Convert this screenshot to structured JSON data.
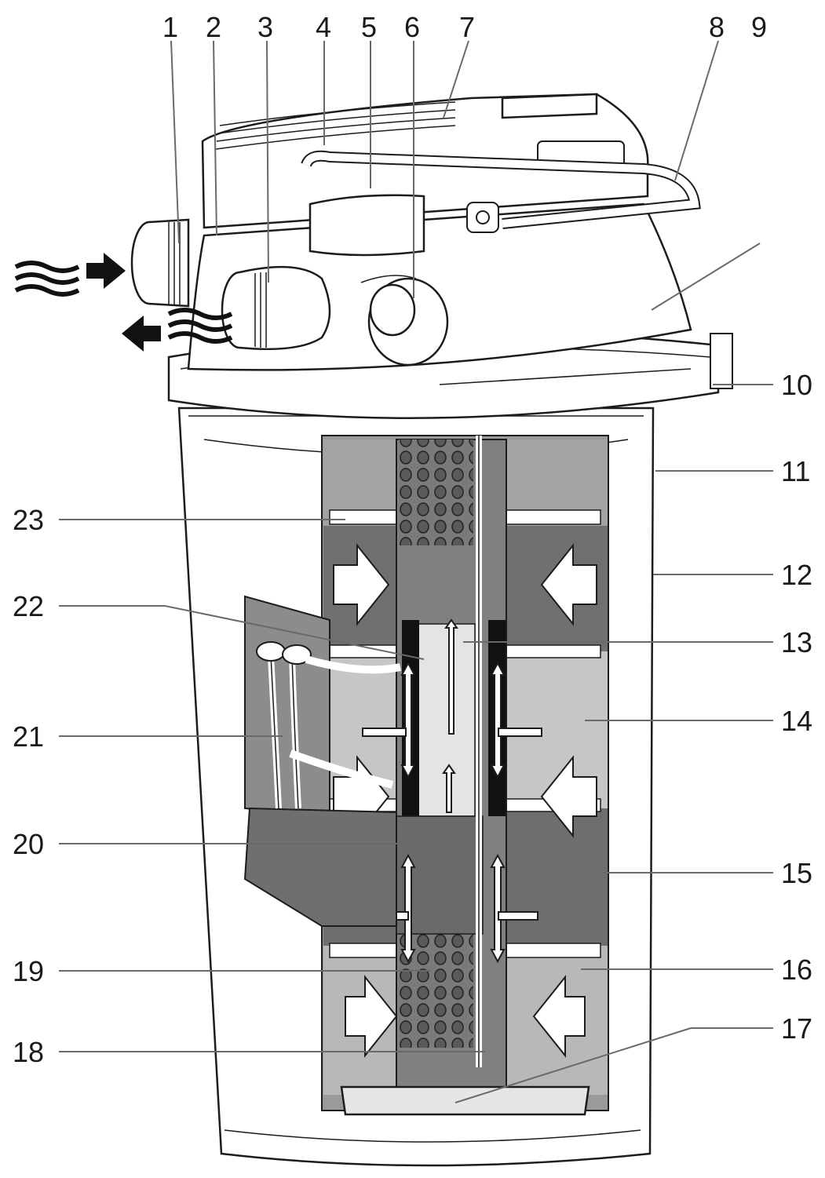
{
  "callouts": {
    "c1": "1",
    "c2": "2",
    "c3": "3",
    "c4": "4",
    "c5": "5",
    "c6": "6",
    "c7": "7",
    "c8": "8",
    "c9": "9",
    "c10": "10",
    "c11": "11",
    "c12": "12",
    "c13": "13",
    "c14": "14",
    "c15": "15",
    "c16": "16",
    "c17": "17",
    "c18": "18",
    "c19": "19",
    "c20": "20",
    "c21": "21",
    "c22": "22",
    "c23": "23"
  },
  "colors": {
    "light_gray": "#d2d2d2",
    "mid_gray": "#a8a8a8",
    "dark_gray": "#767676",
    "foam_dark": "#5e5e5e",
    "line": "#1c1c1c"
  },
  "icons": [
    "water-wave-icon",
    "flow-arrow-icon",
    "perforated-tube-icon"
  ]
}
